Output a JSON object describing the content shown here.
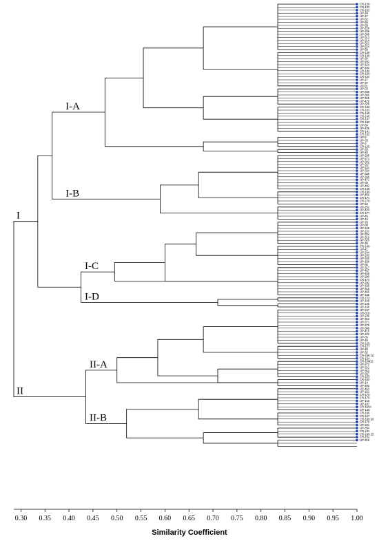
{
  "chart_data": {
    "type": "dendrogram",
    "title": "",
    "xlabel": "Similarity Coefficient",
    "xlim": [
      0.3,
      1.0
    ],
    "xticks": [
      "0.30",
      "0.35",
      "0.40",
      "0.45",
      "0.50",
      "0.55",
      "0.60",
      "0.65",
      "0.70",
      "0.75",
      "0.80",
      "0.85",
      "0.90",
      "0.95",
      "1.00"
    ],
    "leaves": [
      "CR-139",
      "CR-123",
      "CR-182",
      "UP-34",
      "UP-47",
      "UP-52",
      "UP-55",
      "UP-59",
      "UP-250",
      "UP-299",
      "UP-308",
      "UP-313",
      "UP-314",
      "UP-322",
      "UP-324",
      "UP-50",
      "CR-138",
      "CR-136",
      "UP-28",
      "UP-291",
      "UP-323",
      "UP-342",
      "CR-134",
      "CR-128",
      "CR-144",
      "UP-27",
      "UP-37",
      "UP-51",
      "UP-53",
      "UP-288",
      "UP-305",
      "UP-325",
      "UP-429",
      "UP-326",
      "CR-143",
      "CR-133",
      "CR-145",
      "CR-146",
      "CR-147",
      "CR-180",
      "UP-58",
      "UP-436",
      "CR-141",
      "CR-132",
      "UP-9",
      "UP-33",
      "UP-2",
      "CR-125",
      "UP-29",
      "UP-48",
      "UP-295",
      "UP-271",
      "UP-302",
      "UP-327",
      "UP-331",
      "UP-334",
      "UP-335",
      "UP-349",
      "UP-471",
      "UP-30",
      "UP-492",
      "CR-148",
      "CR-130",
      "UP-450",
      "CR-171",
      "CR-178",
      "UP-54",
      "UP-252",
      "UP-424",
      "CR-177",
      "UP-45",
      "UP-44",
      "UP-76",
      "UP-98",
      "UP-108",
      "UP-110",
      "UP-304",
      "UP-319",
      "UP-320",
      "UP-36",
      "CR-149",
      "UP-41",
      "UP-244",
      "UP-163",
      "UP-340",
      "UP-160",
      "UP-38",
      "UP-317",
      "UP-457",
      "UP-469",
      "UP-290",
      "CR-174",
      "UP-292",
      "UP-155",
      "UP-318",
      "UP-465",
      "UP-135",
      "CR-173",
      "UP-148",
      "UP-145",
      "UP-140",
      "UP-247",
      "CR-016",
      "UP-248",
      "UP-364",
      "UP-371",
      "UP-376",
      "UP-389",
      "UP-415",
      "UP-422",
      "UP-35",
      "UP-40",
      "CR-129",
      "CR-127",
      "UP-49",
      "UP-32",
      "CR-168 (1)",
      "CR-124",
      "CR-169(1)",
      "UP-272",
      "UP-321",
      "UP-353",
      "UP-367",
      "CR-153",
      "CR-150",
      "UP-14",
      "UP-293",
      "UP-463",
      "UP-151",
      "CR-179",
      "CR-175",
      "UP-143",
      "UP-197",
      "CR-165A",
      "CR-140",
      "CR-166",
      "CR-167",
      "CR-169 (2)",
      "CR-170",
      "UP-231",
      "UP-354",
      "CR-131",
      "CR-168 (2)",
      "CR-152",
      "UP-215"
    ],
    "clusters": [
      {
        "label": "I",
        "range": [
          0,
          100
        ],
        "merge": 0.285
      },
      {
        "label": "II",
        "range": [
          101,
          146
        ],
        "merge": 0.285
      },
      {
        "label": "I-A",
        "range": [
          0,
          49
        ],
        "merge": 0.365
      },
      {
        "label": "I-B",
        "range": [
          50,
          71
        ],
        "merge": 0.365
      },
      {
        "label": "I-C",
        "range": [
          72,
          96
        ],
        "merge": 0.425
      },
      {
        "label": "I-D",
        "range": [
          97,
          100
        ],
        "merge": 0.425
      },
      {
        "label": "II-A",
        "range": [
          101,
          126
        ],
        "merge": 0.435
      },
      {
        "label": "II-B",
        "range": [
          127,
          146
        ],
        "merge": 0.435
      }
    ],
    "merges": [
      {
        "a": 0,
        "b": 15,
        "h": 0.835
      },
      {
        "a": 16,
        "b": 27,
        "h": 0.835
      },
      {
        "a": 28,
        "b": 33,
        "h": 0.835
      },
      {
        "a": 34,
        "b": 42,
        "h": 0.835
      },
      {
        "a": 44,
        "b": 47,
        "h": 0.835
      },
      {
        "a": 48,
        "b": 49,
        "h": 0.835
      },
      {
        "a": 50,
        "b": 61,
        "h": 0.835
      },
      {
        "a": 62,
        "b": 66,
        "h": 0.835
      },
      {
        "a": 67,
        "b": 71,
        "h": 0.835
      },
      {
        "a": 72,
        "b": 79,
        "h": 0.835
      },
      {
        "a": 80,
        "b": 86,
        "h": 0.835
      },
      {
        "a": 87,
        "b": 96,
        "h": 0.835
      },
      {
        "a": 97,
        "b": 98,
        "h": 0.835
      },
      {
        "a": 99,
        "b": 100,
        "h": 0.835
      },
      {
        "a": 101,
        "b": 112,
        "h": 0.835
      },
      {
        "a": 113,
        "b": 117,
        "h": 0.835
      },
      {
        "a": 118,
        "b": 123,
        "h": 0.835
      },
      {
        "a": 124,
        "b": 126,
        "h": 0.835
      },
      {
        "a": 127,
        "b": 134,
        "h": 0.835
      },
      {
        "a": 135,
        "b": 139,
        "h": 0.835
      },
      {
        "a": 140,
        "b": 143,
        "h": 0.835
      },
      {
        "a": 144,
        "b": 146,
        "h": 0.835
      },
      {
        "a": "g0",
        "b": "g1",
        "h": 0.68
      },
      {
        "a": "g2",
        "b": "g3",
        "h": 0.68
      },
      {
        "a": "g22",
        "b": "g23",
        "h": 0.555
      },
      {
        "a": "g4",
        "b": "g5",
        "h": 0.68
      },
      {
        "a": "g24",
        "b": "g25",
        "h": 0.475
      },
      {
        "a": "g6",
        "b": "g7",
        "h": 0.67
      },
      {
        "a": "g27",
        "b": "g8",
        "h": 0.59
      },
      {
        "a": "g9",
        "b": "g10",
        "h": 0.665
      },
      {
        "a": "g29",
        "b": "g11",
        "h": 0.6
      },
      {
        "a": "g30",
        "b": "g11",
        "h": 0.495
      },
      {
        "a": "g12",
        "b": "g13",
        "h": 0.71
      },
      {
        "a": "g14",
        "b": "g15",
        "h": 0.68
      },
      {
        "a": "g16",
        "b": "g17",
        "h": 0.71
      },
      {
        "a": "g33",
        "b": "g34",
        "h": 0.585
      },
      {
        "a": "g35",
        "b": "g17",
        "h": 0.5
      },
      {
        "a": "g18",
        "b": "g19",
        "h": 0.67
      },
      {
        "a": "g20",
        "b": "g21",
        "h": 0.68
      },
      {
        "a": "g37",
        "b": "g38",
        "h": 0.52
      }
    ],
    "leaf_marker_color": "#1f3fbf",
    "line_color": "#000000"
  }
}
